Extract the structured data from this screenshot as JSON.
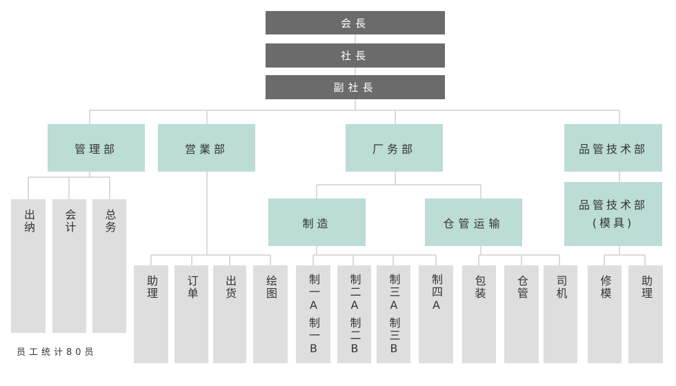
{
  "executive": {
    "chairman": "会長",
    "president": "社長",
    "vice_president": "副社長"
  },
  "departments": {
    "admin": "管理部",
    "sales": "営業部",
    "factory": "厂务部",
    "qa": "品管技术部"
  },
  "sub_departments": {
    "manufacturing": "制造",
    "warehouse": "仓管运输",
    "qa_mold_line1": "品管技术部",
    "qa_mold_line2": "(模具)"
  },
  "admin_units": [
    "出纳",
    "会计",
    "总务"
  ],
  "sales_units": [
    "助理",
    "订单",
    "出货",
    "绘图"
  ],
  "manufacturing_units": [
    [
      "制一A",
      "制一B"
    ],
    [
      "制二A",
      "制二B"
    ],
    [
      "制三A",
      "制三B"
    ],
    [
      "制四A"
    ]
  ],
  "warehouse_units": [
    "包装",
    "仓管",
    "司机"
  ],
  "qa_mold_units": [
    "修模",
    "助理"
  ],
  "staff_caption": "员工统计80员"
}
